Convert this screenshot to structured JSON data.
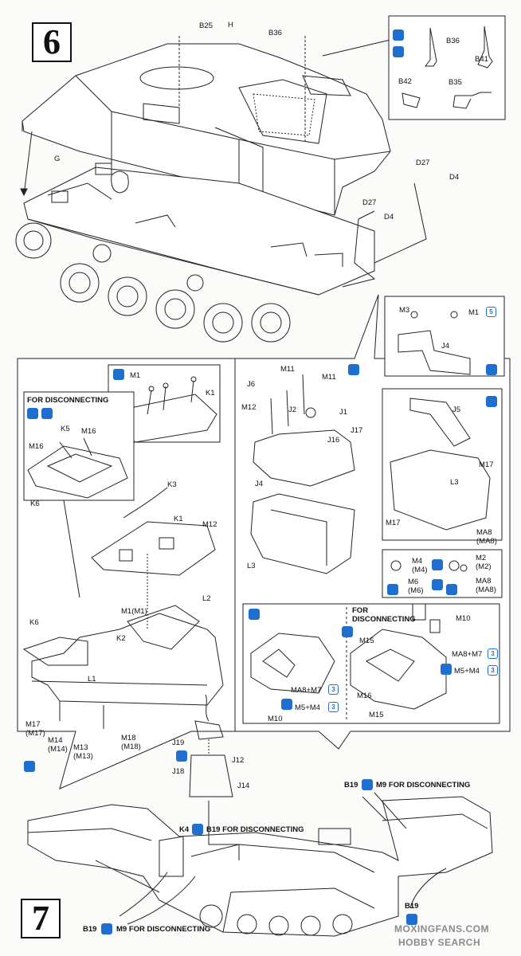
{
  "steps": {
    "six": "6",
    "seven": "7"
  },
  "step6": {
    "labels": {
      "b25": "B25",
      "h": "H",
      "b36": "B36",
      "g": "G",
      "d27a": "D27",
      "d4a": "D4",
      "d27b": "D27",
      "d4b": "D4"
    },
    "callout": {
      "b36": "B36",
      "b41": "B41",
      "b42": "B42",
      "b35": "B35"
    }
  },
  "left_panel": {
    "k_top": {
      "m1": "M1",
      "k1": "K1"
    },
    "disconnect_title": "FOR DISCONNECTING",
    "disconnect": {
      "k5": "K5",
      "m16a": "M16",
      "m16b": "M16",
      "k6": "K6"
    },
    "mid": {
      "k3": "K3",
      "k1": "K1",
      "m12": "M12"
    },
    "bottom": {
      "l2": "L2",
      "m1m1": "M1(M1)",
      "k6": "K6",
      "k2": "K2",
      "l1": "L1",
      "m17": "M17",
      "m17p": "(M17)",
      "m14": "M14",
      "m14p": "(M14)",
      "m13": "M13",
      "m13p": "(M13)",
      "m18": "M18",
      "m18p": "(M18)"
    }
  },
  "right_panel": {
    "j4_callout": {
      "m3": "M3",
      "m1": "M1",
      "m1x": "5",
      "j4": "J4"
    },
    "mid": {
      "m11a": "M11",
      "m11b": "M11",
      "j6": "J6",
      "m12": "M12",
      "j2": "J2",
      "j1": "J1",
      "j16": "J16",
      "j17": "J17",
      "j4": "J4",
      "l3": "L3"
    },
    "j5": {
      "j5": "J5",
      "m17a": "M17",
      "l3": "L3",
      "m17b": "M17",
      "ma8": "MA8",
      "ma8p": "(MA8)"
    },
    "small": {
      "m4": "M4",
      "m4p": "(M4)",
      "m2": "M2",
      "m2p": "(M2)",
      "m6": "M6",
      "m6p": "(M6)",
      "ma8": "MA8",
      "ma8p": "(MA8)"
    },
    "lower": {
      "disconnect_title_1": "FOR",
      "disconnect_title_2": "DISCONNECTING",
      "m10a": "M10",
      "m15a": "M15",
      "ma8m7a": "MA8+M7",
      "m5m4a": "M5+M4",
      "x3a": "3",
      "x3b": "3",
      "ma8m7b": "MA8+M7",
      "m5m4b": "M5+M4",
      "x3c": "3",
      "x3d": "3",
      "m16": "M16",
      "m15b": "M15",
      "m10b": "M10"
    }
  },
  "step7": {
    "j19": "J19",
    "j12": "J12",
    "j18": "J18",
    "j14": "J14",
    "b19_top": "B19",
    "m9_top": "M9 FOR DISCONNECTING",
    "k4": "K4",
    "b19_mid": "B19 FOR DISCONNECTING",
    "b19_bottom": "B19",
    "m9_bottom": "M9 FOR DISCONNECTING",
    "b19_right": "B19"
  },
  "watermark": {
    "line1": "MOXINGFANS.COM",
    "line2": "HOBBY SEARCH"
  },
  "colors": {
    "accent": "#1f6fd1",
    "ink": "#111111",
    "paper": "#fbfbfa"
  }
}
